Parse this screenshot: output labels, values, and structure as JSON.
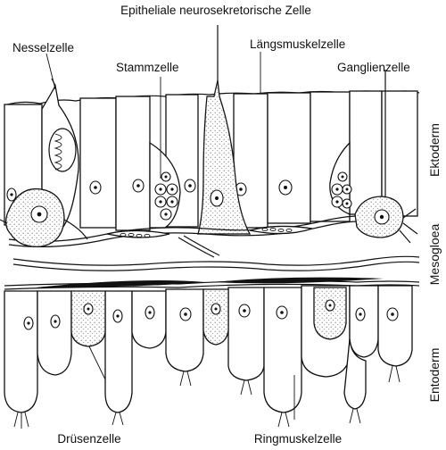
{
  "labels": {
    "epithelial_neuro": "Epitheliale neurosekretorische Zelle",
    "nesselzelle": "Nesselzelle",
    "stammzelle": "Stammzelle",
    "laengsmuskel": "Längsmuskelzelle",
    "ganglienzelle": "Ganglienzelle",
    "druesenzelle": "Drüsenzelle",
    "ringmuskel": "Ringmuskelzelle"
  },
  "layers": {
    "ektoderm": "Ektoderm",
    "mesogloea": "Mesogloea",
    "entoderm": "Entoderm"
  },
  "colors": {
    "ink": "#111111",
    "paper": "#ffffff",
    "stipple": "#6a6a6a"
  }
}
